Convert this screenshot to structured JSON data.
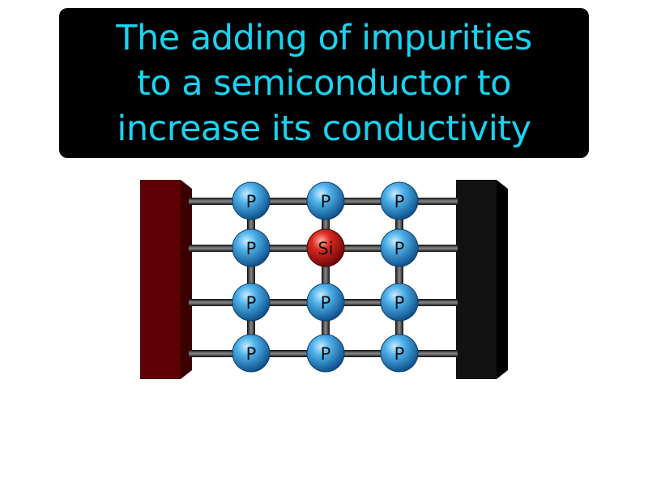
{
  "definition": {
    "lines": [
      "The adding of impurities",
      "to a semiconductor to",
      "increase its conductivity"
    ]
  },
  "lattice": {
    "rows": [
      [
        "P",
        "P",
        "P"
      ],
      [
        "P",
        "Si",
        "P"
      ],
      [
        "P",
        "P",
        "P"
      ],
      [
        "P",
        "P",
        "P"
      ]
    ],
    "impurity_label": "Si"
  },
  "colors": {
    "caption_background": "#000000",
    "caption_text": "#19d3f0",
    "left_electrode": "#5c0003",
    "right_electrode": "#121212",
    "bond": "#333333",
    "dopant_atom": "#2a8fd0",
    "impurity_atom": "#c01515"
  }
}
